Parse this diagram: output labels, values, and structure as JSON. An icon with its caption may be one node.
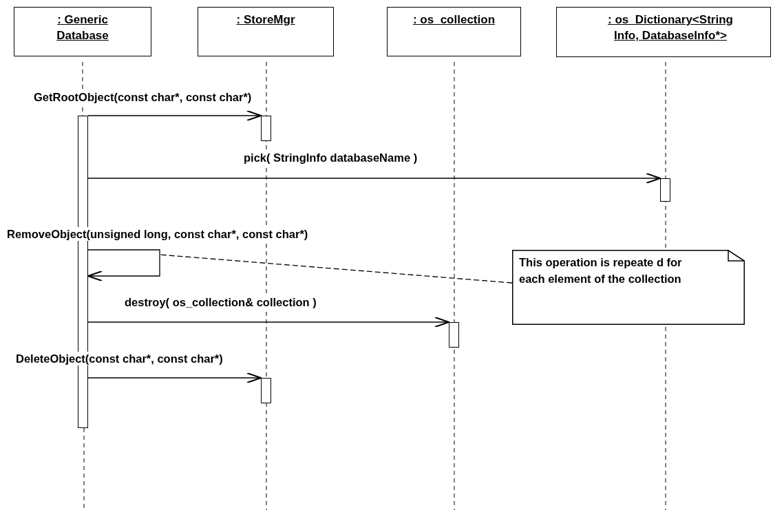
{
  "diagram": {
    "nodes": [
      {
        "text": [
          ": Generic Database"
        ]
      },
      {
        "text": [
          ": StoreMgr"
        ]
      },
      {
        "text": [
          ": os_collection"
        ]
      },
      {
        "text": [
          ": os_Dictionary<String Info, DatabaseInfo*>"
        ]
      },
      {
        "text": [],
        "shape": "bar"
      },
      {
        "text": [],
        "shape": "bar"
      },
      {
        "text": [],
        "shape": "bar"
      },
      {
        "text": [],
        "shape": "bar"
      },
      {
        "text": [],
        "shape": "bar"
      },
      {
        "text": [
          "This operation is repeate d for each element of the collection"
        ]
      }
    ],
    "edges": [
      {
        "from": 4,
        "to": 5,
        "arrow": "to",
        "label": "GetRootObject(const char*, const char*)"
      },
      {
        "from": 4,
        "to": 6,
        "arrow": "to",
        "label": "pick( StringInfo databaseName )"
      },
      {
        "from": 4,
        "to": 4,
        "arrow": "to",
        "label": "RemoveObject(unsigned long, const char*, const char*)"
      },
      {
        "from": 4,
        "to": 7,
        "arrow": "to",
        "label": "destroy( os_collection& collection )"
      },
      {
        "from": 4,
        "to": 8,
        "arrow": "to",
        "label": "DeleteObject(const char*, const char*)"
      },
      {
        "from": 9,
        "to": null,
        "arrow": "none",
        "style": "dashed"
      }
    ]
  }
}
